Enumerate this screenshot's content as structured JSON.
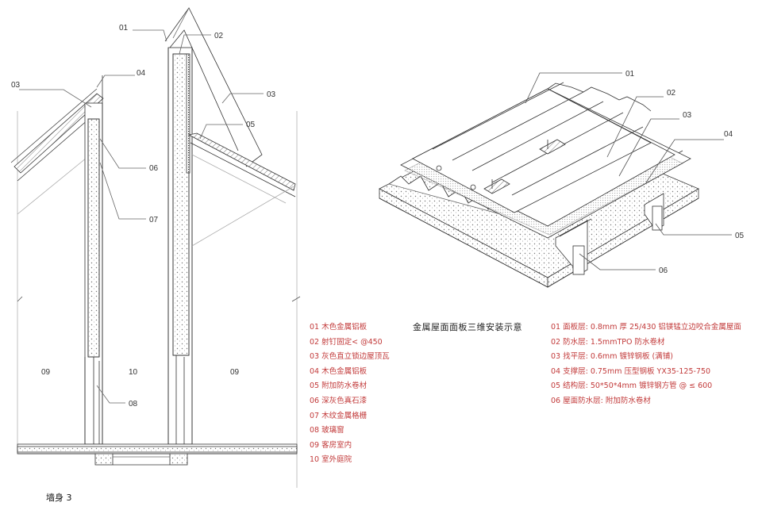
{
  "section": {
    "callouts": [
      "01",
      "02",
      "03",
      "04",
      "05",
      "06",
      "07",
      "08",
      "03"
    ],
    "zones": [
      "09",
      "10",
      "09"
    ],
    "title": "墙身 3"
  },
  "section_legend": [
    "01 木色金属铝板",
    "02 射钉固定< @450",
    "03 灰色直立锁边屋顶瓦",
    "04 木色金属铝板",
    "05 附加防水卷材",
    "06 深灰色真石漆",
    "07 木纹金属格栅",
    "08 玻璃窗",
    "09 客房室内",
    "10 室外庭院"
  ],
  "isometric": {
    "title": "金属屋面面板三维安装示意",
    "callouts": [
      "01",
      "02",
      "03",
      "04",
      "05",
      "06"
    ],
    "legend": [
      "01 面板层: 0.8mm 厚 25/430 铝镁锰立边咬合金属屋面",
      "02 防水层: 1.5mmTPO 防水卷材",
      "03 找平层: 0.6mm 镀锌钢板 (满铺)",
      "04 支撑层: 0.75mm 压型钢板 YX35-125-750",
      "05 结构层: 50*50*4mm 镀锌钢方管 @ ≤ 600",
      "06 屋面防水层: 附加防水卷材"
    ]
  },
  "colors": {
    "label_red": "#c23a3a",
    "line": "#333333"
  }
}
